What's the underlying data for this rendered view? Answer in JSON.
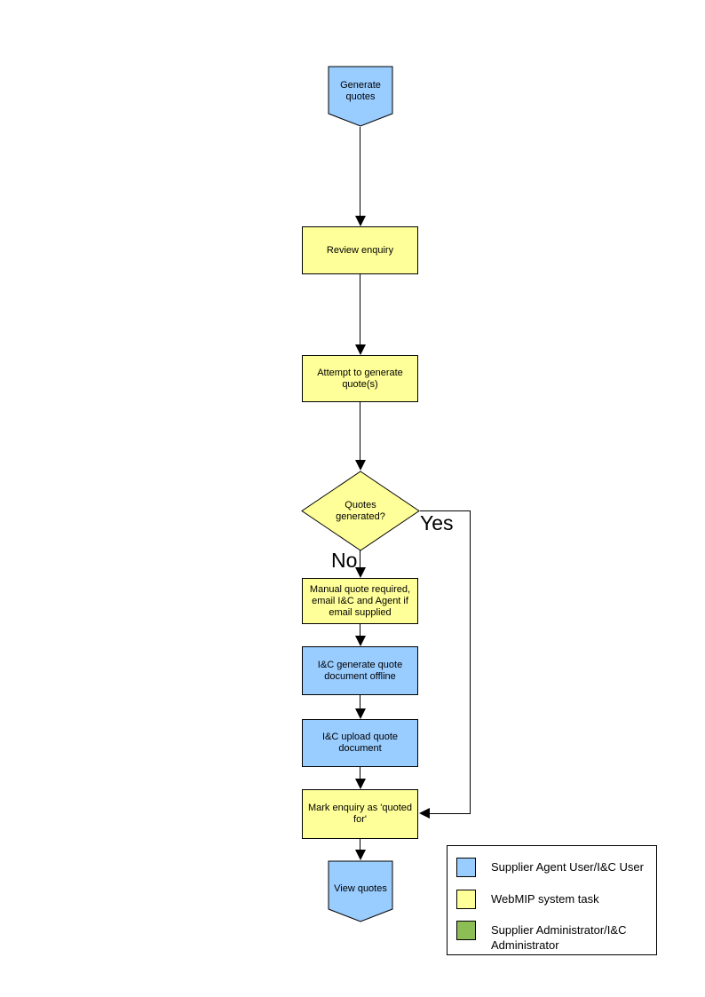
{
  "colors": {
    "actor_blue": "#99CCFF",
    "system_yellow": "#FFFF99",
    "admin_green": "#8DBE56",
    "outline": "#000000"
  },
  "flowchart": {
    "nodes": {
      "generate_quotes": {
        "label": "Generate quotes",
        "shape": "pentagon-down",
        "fill": "actor_blue"
      },
      "review_enquiry": {
        "label": "Review enquiry",
        "shape": "rect",
        "fill": "system_yellow"
      },
      "attempt_generate": {
        "label": "Attempt to generate quote(s)",
        "shape": "rect",
        "fill": "system_yellow"
      },
      "quotes_generated": {
        "label": "Quotes generated?",
        "shape": "diamond",
        "fill": "system_yellow"
      },
      "manual_quote": {
        "label": "Manual quote required, email I&C and Agent if email supplied",
        "shape": "rect",
        "fill": "system_yellow"
      },
      "ic_generate_offline": {
        "label": "I&C generate quote document offline",
        "shape": "rect",
        "fill": "actor_blue"
      },
      "ic_upload": {
        "label": "I&C upload quote document",
        "shape": "rect",
        "fill": "actor_blue"
      },
      "mark_quoted": {
        "label": "Mark enquiry as 'quoted for'",
        "shape": "rect",
        "fill": "system_yellow"
      },
      "view_quotes": {
        "label": "View quotes",
        "shape": "pentagon-down",
        "fill": "actor_blue"
      }
    },
    "branch_labels": {
      "yes": "Yes",
      "no": "No"
    }
  },
  "legend": {
    "items": [
      {
        "color": "#99CCFF",
        "label": "Supplier Agent User/I&C User"
      },
      {
        "color": "#FFFF99",
        "label": "WebMIP system task"
      },
      {
        "color": "#8DBE56",
        "label": "Supplier Administrator/I&C Administrator"
      }
    ]
  }
}
